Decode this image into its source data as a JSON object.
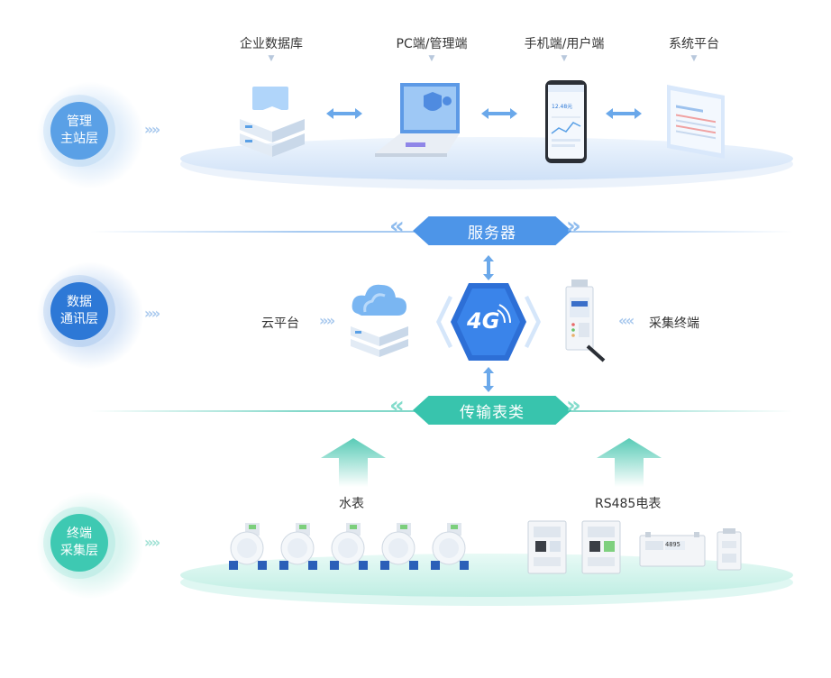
{
  "layers": [
    {
      "line1": "管理",
      "line2": "主站层",
      "color": "#5aa0e6"
    },
    {
      "line1": "数据",
      "line2": "通讯层",
      "color": "#2d78d6"
    },
    {
      "line1": "终端",
      "line2": "采集层",
      "color": "#3ec9b2"
    }
  ],
  "top_labels": [
    "企业数据库",
    "PC端/管理端",
    "手机端/用户端",
    "系统平台"
  ],
  "server_banner": "服务器",
  "transmission_banner": "传输表类",
  "cloud_label": "云平台",
  "collector_label": "采集终端",
  "network_badge": "4G",
  "water_meter_label": "水表",
  "electric_meter_label": "RS485电表",
  "phone_screen_value": "12.48元",
  "meter_display_value": "4895",
  "colors": {
    "blue_light": "#5aa0e6",
    "blue_dark": "#2d78d6",
    "teal": "#3ec9b2",
    "banner_blue": "#4d95e8",
    "banner_teal": "#38c4ad"
  },
  "icons": [
    "database-server-icon",
    "laptop-icon",
    "smartphone-icon",
    "platform-screen-icon",
    "cloud-server-icon",
    "4g-network-icon",
    "collector-terminal-icon",
    "water-meter-icon",
    "electric-meter-icon"
  ]
}
